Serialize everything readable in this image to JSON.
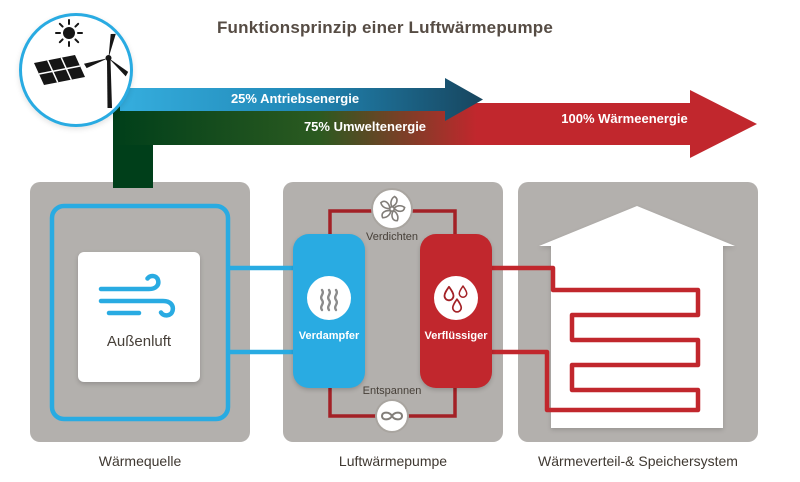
{
  "title": "Funktionsprinzip einer Luftwärmepumpe",
  "energy_flows": {
    "drive_label": "25% Antriebsenergie",
    "environment_label": "75% Umweltenergie",
    "heat_label": "100% Wärmeenergie"
  },
  "panels": {
    "source": {
      "label": "Wärmequelle",
      "air_box_label": "Außenluft"
    },
    "pump": {
      "label": "Luftwärmepumpe",
      "evaporator_label": "Verdampfer",
      "condenser_label": "Verflüssiger",
      "compress_label": "Verdichten",
      "expand_label": "Entspannen"
    },
    "distribution": {
      "label": "Wärmeverteil-& Speichersystem"
    }
  },
  "icons": {
    "badge": [
      "sun-icon",
      "solar-panel-icon",
      "wind-turbine-icon"
    ],
    "air": "wind-icon",
    "evaporator": "steam-icon",
    "condenser": "droplets-icon",
    "compressor": "fan-icon",
    "expansion": "expansion-valve-icon",
    "house": "house-shape",
    "radiator": "radiator-coil"
  },
  "colors": {
    "blue": "#29abe2",
    "dark_blue": "#17455e",
    "green": "#003f1a",
    "red": "#c1272d",
    "dark_red": "#a32126",
    "panel_gray": "#b3b0ad",
    "text_dark": "#474039"
  }
}
